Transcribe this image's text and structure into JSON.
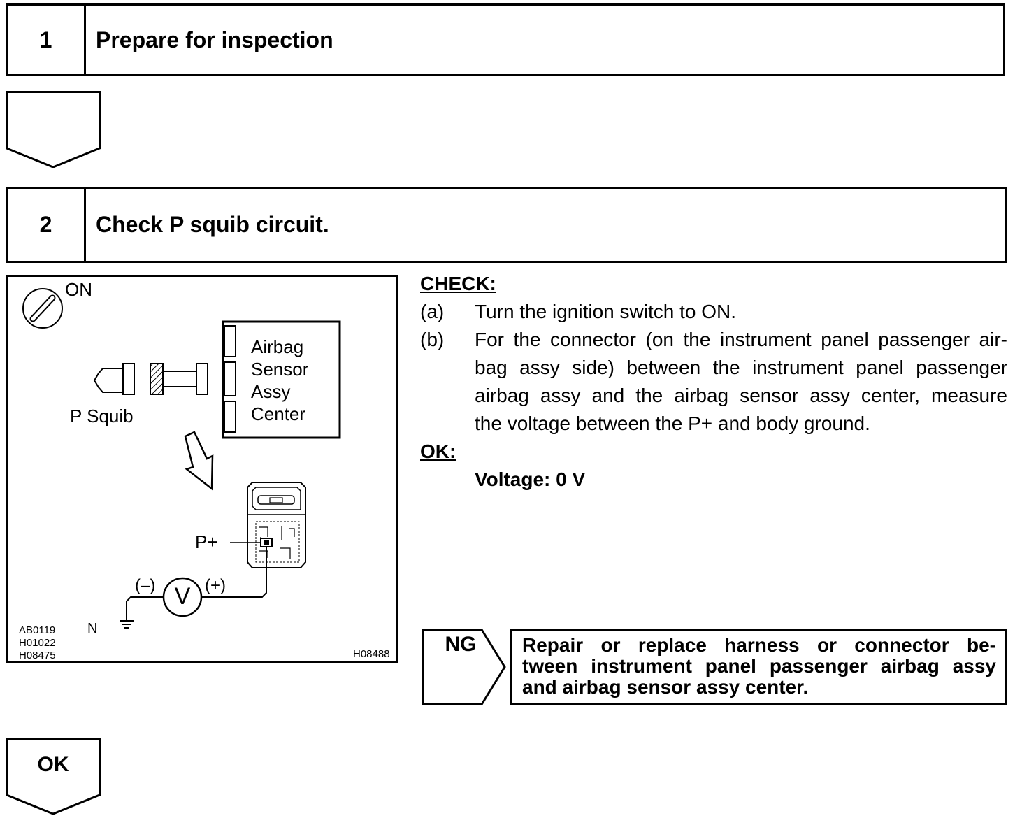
{
  "steps": [
    {
      "number": "1",
      "title": "Prepare for inspection"
    },
    {
      "number": "2",
      "title": "Check P squib circuit."
    }
  ],
  "diagram": {
    "ignition_label": "ON",
    "squib_label": "P Squib",
    "sensor_label_lines": [
      "Airbag",
      "Sensor",
      "Assy",
      "Center"
    ],
    "terminal_label": "P+",
    "meter_symbol": "V",
    "minus_label": "(–)",
    "plus_label": "(+)",
    "ground_label": "N",
    "ref_codes_left": [
      "AB0119",
      "H01022",
      "H08475"
    ],
    "ref_code_right": "H08488"
  },
  "instructions": {
    "check_heading": "CHECK:",
    "a_marker": "(a)",
    "a_text": "Turn the ignition switch to ON.",
    "b_marker": "(b)",
    "b_lines": [
      "For the connector (on the instrument panel passenger air-",
      "bag assy side) between the instrument panel passenger",
      "airbag assy and the airbag sensor assy center, measure",
      "the voltage between the P+ and body ground."
    ],
    "ok_heading": "OK:",
    "ok_value": "Voltage: 0 V"
  },
  "ng_result": {
    "label": "NG",
    "lines": [
      "Repair or replace harness or connector be-",
      "tween instrument panel passenger airbag assy",
      "and airbag sensor assy center."
    ]
  },
  "ok_result": {
    "label": "OK"
  }
}
